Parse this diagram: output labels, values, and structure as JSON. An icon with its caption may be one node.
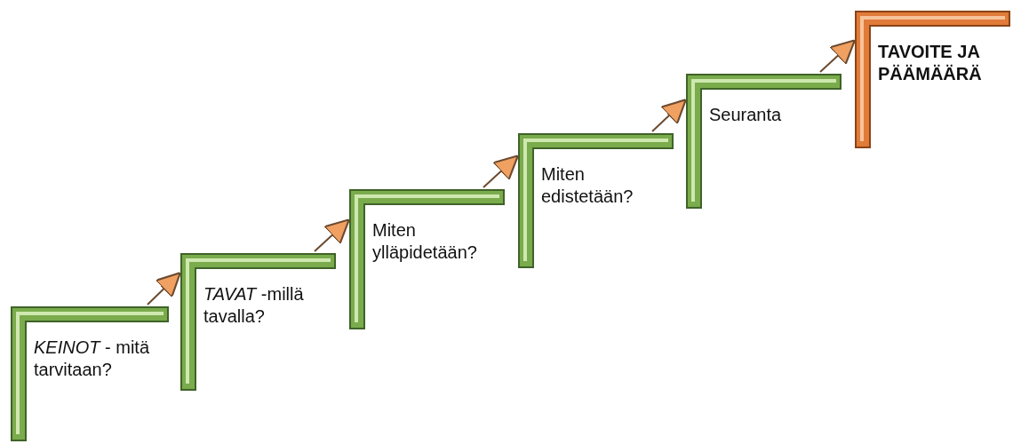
{
  "diagram": {
    "nodes": [
      {
        "text": [
          "*KEINOT* - mitä tarvitaan?"
        ]
      },
      {
        "text": [
          "*TAVAT* -millä tavalla?"
        ]
      },
      {
        "text": [
          "Miten ylläpidetään?"
        ]
      },
      {
        "text": [
          "Miten edistetään?"
        ]
      },
      {
        "text": [
          "Seuranta"
        ]
      },
      {
        "text": [
          "TAVOITE JA PÄÄMÄÄRÄ"
        ]
      }
    ],
    "edges": [
      {
        "from": 0,
        "to": 1,
        "arrow": "to"
      },
      {
        "from": 1,
        "to": 2,
        "arrow": "to"
      },
      {
        "from": 2,
        "to": 3,
        "arrow": "to"
      },
      {
        "from": 3,
        "to": 4,
        "arrow": "to"
      },
      {
        "from": 4,
        "to": 5,
        "arrow": "to"
      }
    ]
  }
}
